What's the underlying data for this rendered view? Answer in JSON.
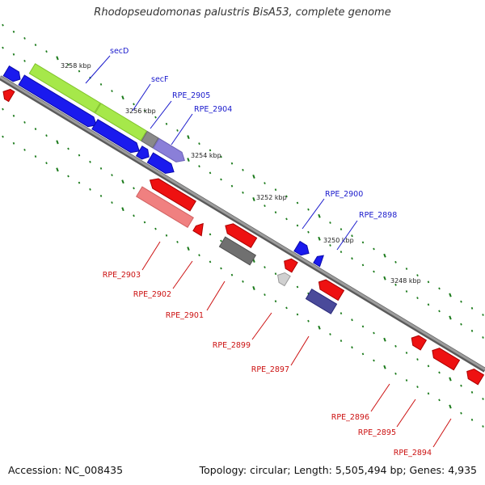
{
  "title": "Rhodopseudomonas palustris BisA53, complete genome",
  "footer": {
    "accession": "Accession: NC_008435",
    "summary": "Topology: circular; Length: 5,505,494 bp; Genes: 4,935"
  },
  "colors": {
    "backbone": "#888888",
    "tick": "#1a7a1a",
    "forward_label": "#1a1acc",
    "reverse_label": "#cc1111"
  },
  "kbp_labels": [
    "3258 kbp",
    "3256 kbp",
    "3254 kbp",
    "3252 kbp",
    "3250 kbp",
    "3248 kbp"
  ],
  "forward_labels": [
    "secD",
    "secF",
    "RPE_2905",
    "RPE_2904",
    "RPE_2900",
    "RPE_2898"
  ],
  "reverse_labels": [
    "RPE_2903",
    "RPE_2902",
    "RPE_2901",
    "RPE_2899",
    "RPE_2897",
    "RPE_2896",
    "RPE_2895",
    "RPE_2894"
  ]
}
